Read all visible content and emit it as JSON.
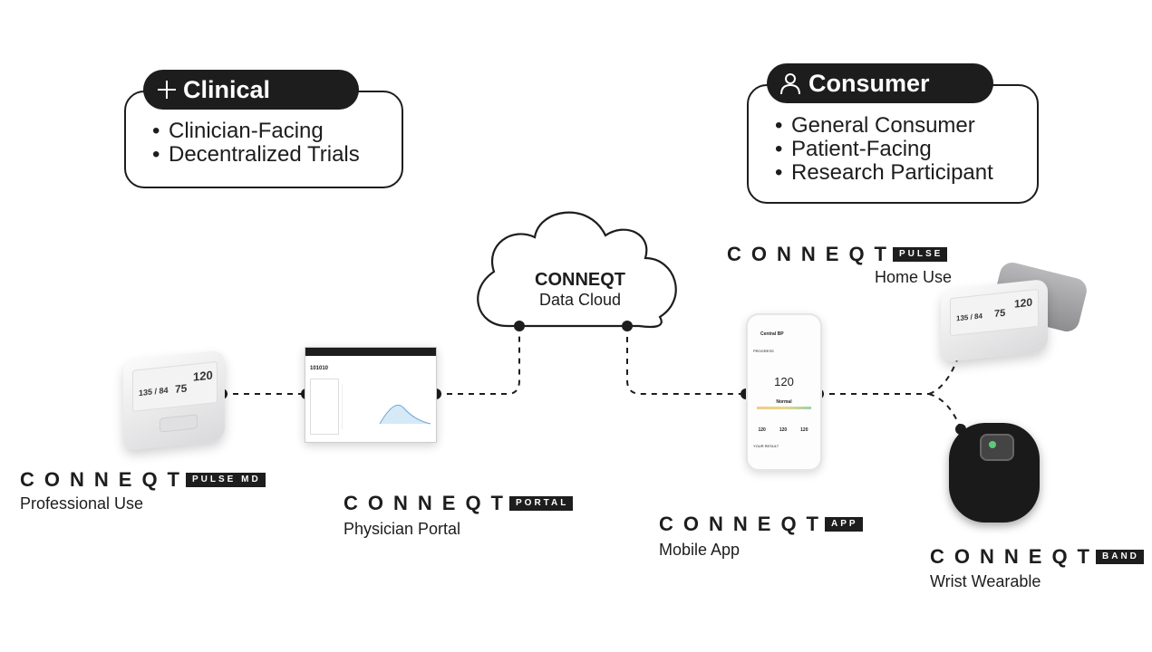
{
  "categories": {
    "clinical": {
      "title": "Clinical",
      "icon": "plus-icon",
      "items": [
        "Clinician-Facing",
        "Decentralized Trials"
      ]
    },
    "consumer": {
      "title": "Consumer",
      "icon": "person-icon",
      "items": [
        "General Consumer",
        "Patient-Facing",
        "Research Participant"
      ]
    }
  },
  "cloud": {
    "title": "CONNEQT",
    "subtitle": "Data Cloud",
    "icon": "cloud-icon"
  },
  "products": {
    "pulse_md": {
      "brand": "CONNEQT",
      "tag": "PULSE MD",
      "caption": "Professional Use"
    },
    "portal": {
      "brand": "CONNEQT",
      "tag": "PORTAL",
      "caption": "Physician Portal"
    },
    "app": {
      "brand": "CONNEQT",
      "tag": "APP",
      "caption": "Mobile App"
    },
    "pulse": {
      "brand": "CONNEQT",
      "tag": "PULSE",
      "caption": "Home Use"
    },
    "band": {
      "brand": "CONNEQT",
      "tag": "BAND",
      "caption": "Wrist Wearable"
    }
  },
  "devices": {
    "bp_md": {
      "reading": "135 / 84",
      "pulse": "75",
      "value": "120"
    },
    "portal_screen": {
      "id": "101010"
    },
    "app_screen": {
      "title": "Central BP",
      "section": "PROGRESS",
      "value": "120",
      "status": "Normal",
      "footer": "YOUR RESULT",
      "stats": [
        "120",
        "120",
        "120"
      ]
    },
    "bp_home": {
      "reading": "135 / 84",
      "pulse": "75",
      "value": "120"
    }
  },
  "colors": {
    "ink": "#1d1d1d",
    "paper": "#ffffff"
  }
}
